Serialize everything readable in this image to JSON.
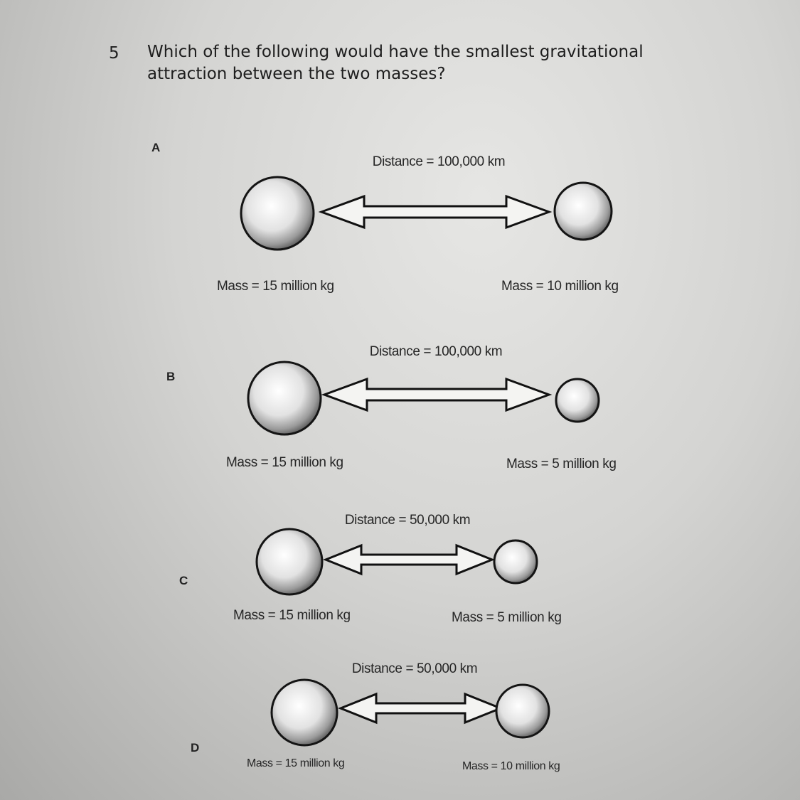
{
  "question": {
    "number": "5",
    "line1": "Which of the following would have the smallest gravitational",
    "line2": "attraction between the two masses?"
  },
  "options": [
    {
      "letter": "A",
      "distance": "Distance = 100,000 km",
      "left_mass": "Mass = 15 million kg",
      "right_mass": "Mass = 10 million kg"
    },
    {
      "letter": "B",
      "distance": "Distance = 100,000 km",
      "left_mass": "Mass = 15 million kg",
      "right_mass": "Mass = 5 million kg"
    },
    {
      "letter": "C",
      "distance": "Distance = 50,000 km",
      "left_mass": "Mass = 15 million kg",
      "right_mass": "Mass = 5 million kg"
    },
    {
      "letter": "D",
      "distance": "Distance = 50,000 km",
      "left_mass": "Mass = 15 million kg",
      "right_mass": "Mass = 10 million kg"
    }
  ]
}
